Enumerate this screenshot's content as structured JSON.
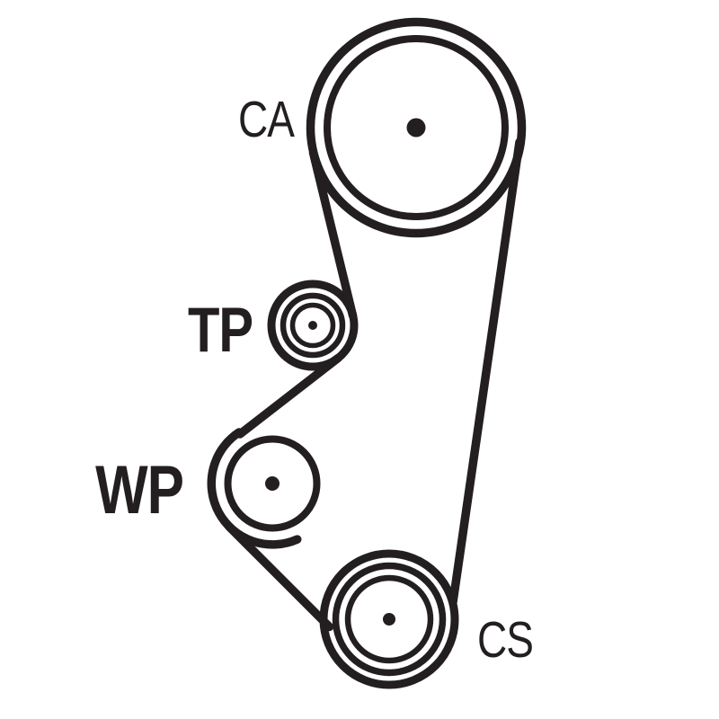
{
  "diagram": {
    "type": "timing-belt-routing-diagram",
    "background": "#ffffff",
    "line_color": "#231f20",
    "labels": {
      "camshaft": "CA",
      "tensioner": "TP",
      "water_pump": "WP",
      "crankshaft": "CS"
    }
  }
}
